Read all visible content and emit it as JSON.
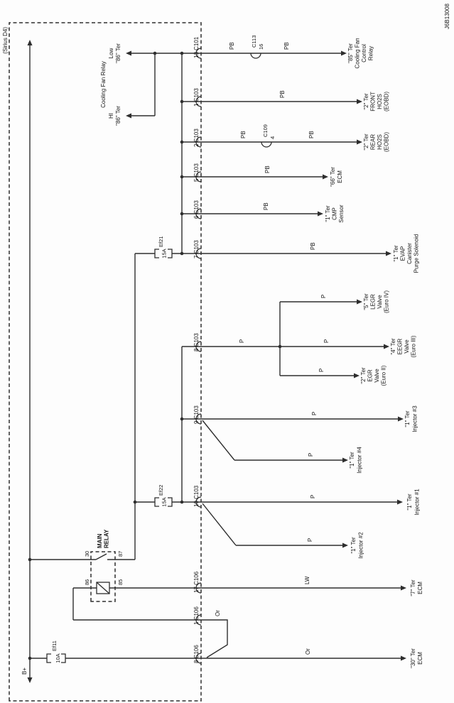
{
  "header": {
    "system": "(Sirius D4)",
    "doc_code": "J6B13008",
    "battery": "B+"
  },
  "relay": {
    "label_line1": "MAIN",
    "label_line2": "RELAY",
    "t30": "30",
    "t87": "87",
    "t86": "86",
    "t85": "85"
  },
  "cooling_fan": {
    "title": "Cooling Fan Relay",
    "hi_label": "HI",
    "hi_ter": "\"86\" Ter",
    "low_label": "Low",
    "low_ter": "\"86\" Ter"
  },
  "fuses": {
    "ef11": {
      "name": "Ef11",
      "amp": "10A"
    },
    "ef21": {
      "name": "Ef21",
      "amp": "15A"
    },
    "ef22": {
      "name": "Ef22",
      "amp": "15A"
    }
  },
  "inline_connectors": {
    "c113": {
      "name": "C113",
      "pin": "16"
    },
    "c109": {
      "name": "C109",
      "pin": "4"
    }
  },
  "wires": {
    "pb": "PB",
    "p": "P",
    "lw": "LW",
    "or": "Or"
  },
  "connectors": [
    "13 C101",
    "1 C103",
    "2 C103",
    "5 C103",
    "6 C103",
    "7 C103",
    "8 C103",
    "9 C103",
    "10 C103",
    "17 C106",
    "1 C106",
    "8 C106"
  ],
  "destinations": [
    {
      "lines": [
        "\"85\" Ter",
        "Cooling Fan",
        "Control",
        "Relay"
      ]
    },
    {
      "lines": [
        "\"2\" Ter",
        "FRONT",
        "HO2S",
        "(EOBD)"
      ]
    },
    {
      "lines": [
        "\"2\" Ter",
        "REAR",
        "HO2S",
        "(EOBD)"
      ]
    },
    {
      "lines": [
        "\"66\" Ter",
        "ECM"
      ]
    },
    {
      "lines": [
        "\"1\" Ter",
        "CMP",
        "Sensor"
      ]
    },
    {
      "lines": [
        "\"1\" Ter",
        "EVAP",
        "Canister",
        "Purge Solenoid"
      ]
    },
    {
      "lines": [
        "\"5\" Ter",
        "LEGR",
        "Valve",
        "(Euro IV)"
      ]
    },
    {
      "lines": [
        "\"4\" Ter",
        "EEGR",
        "Valve",
        "(Euro III)"
      ]
    },
    {
      "lines": [
        "\"2\" Ter",
        "EGR",
        "Valve",
        "(Euro II)"
      ]
    },
    {
      "lines": [
        "\"1\" Ter",
        "Injector #3"
      ]
    },
    {
      "lines": [
        "\"1\" Ter",
        "Injector #4"
      ]
    },
    {
      "lines": [
        "\"1\" Ter",
        "Injector #1"
      ]
    },
    {
      "lines": [
        "\"1\" Ter",
        "Injector #2"
      ]
    },
    {
      "lines": [
        "\"7\" Ter",
        "ECM"
      ]
    },
    {
      "lines": [
        "\"30\" Ter",
        "ECM"
      ]
    }
  ]
}
